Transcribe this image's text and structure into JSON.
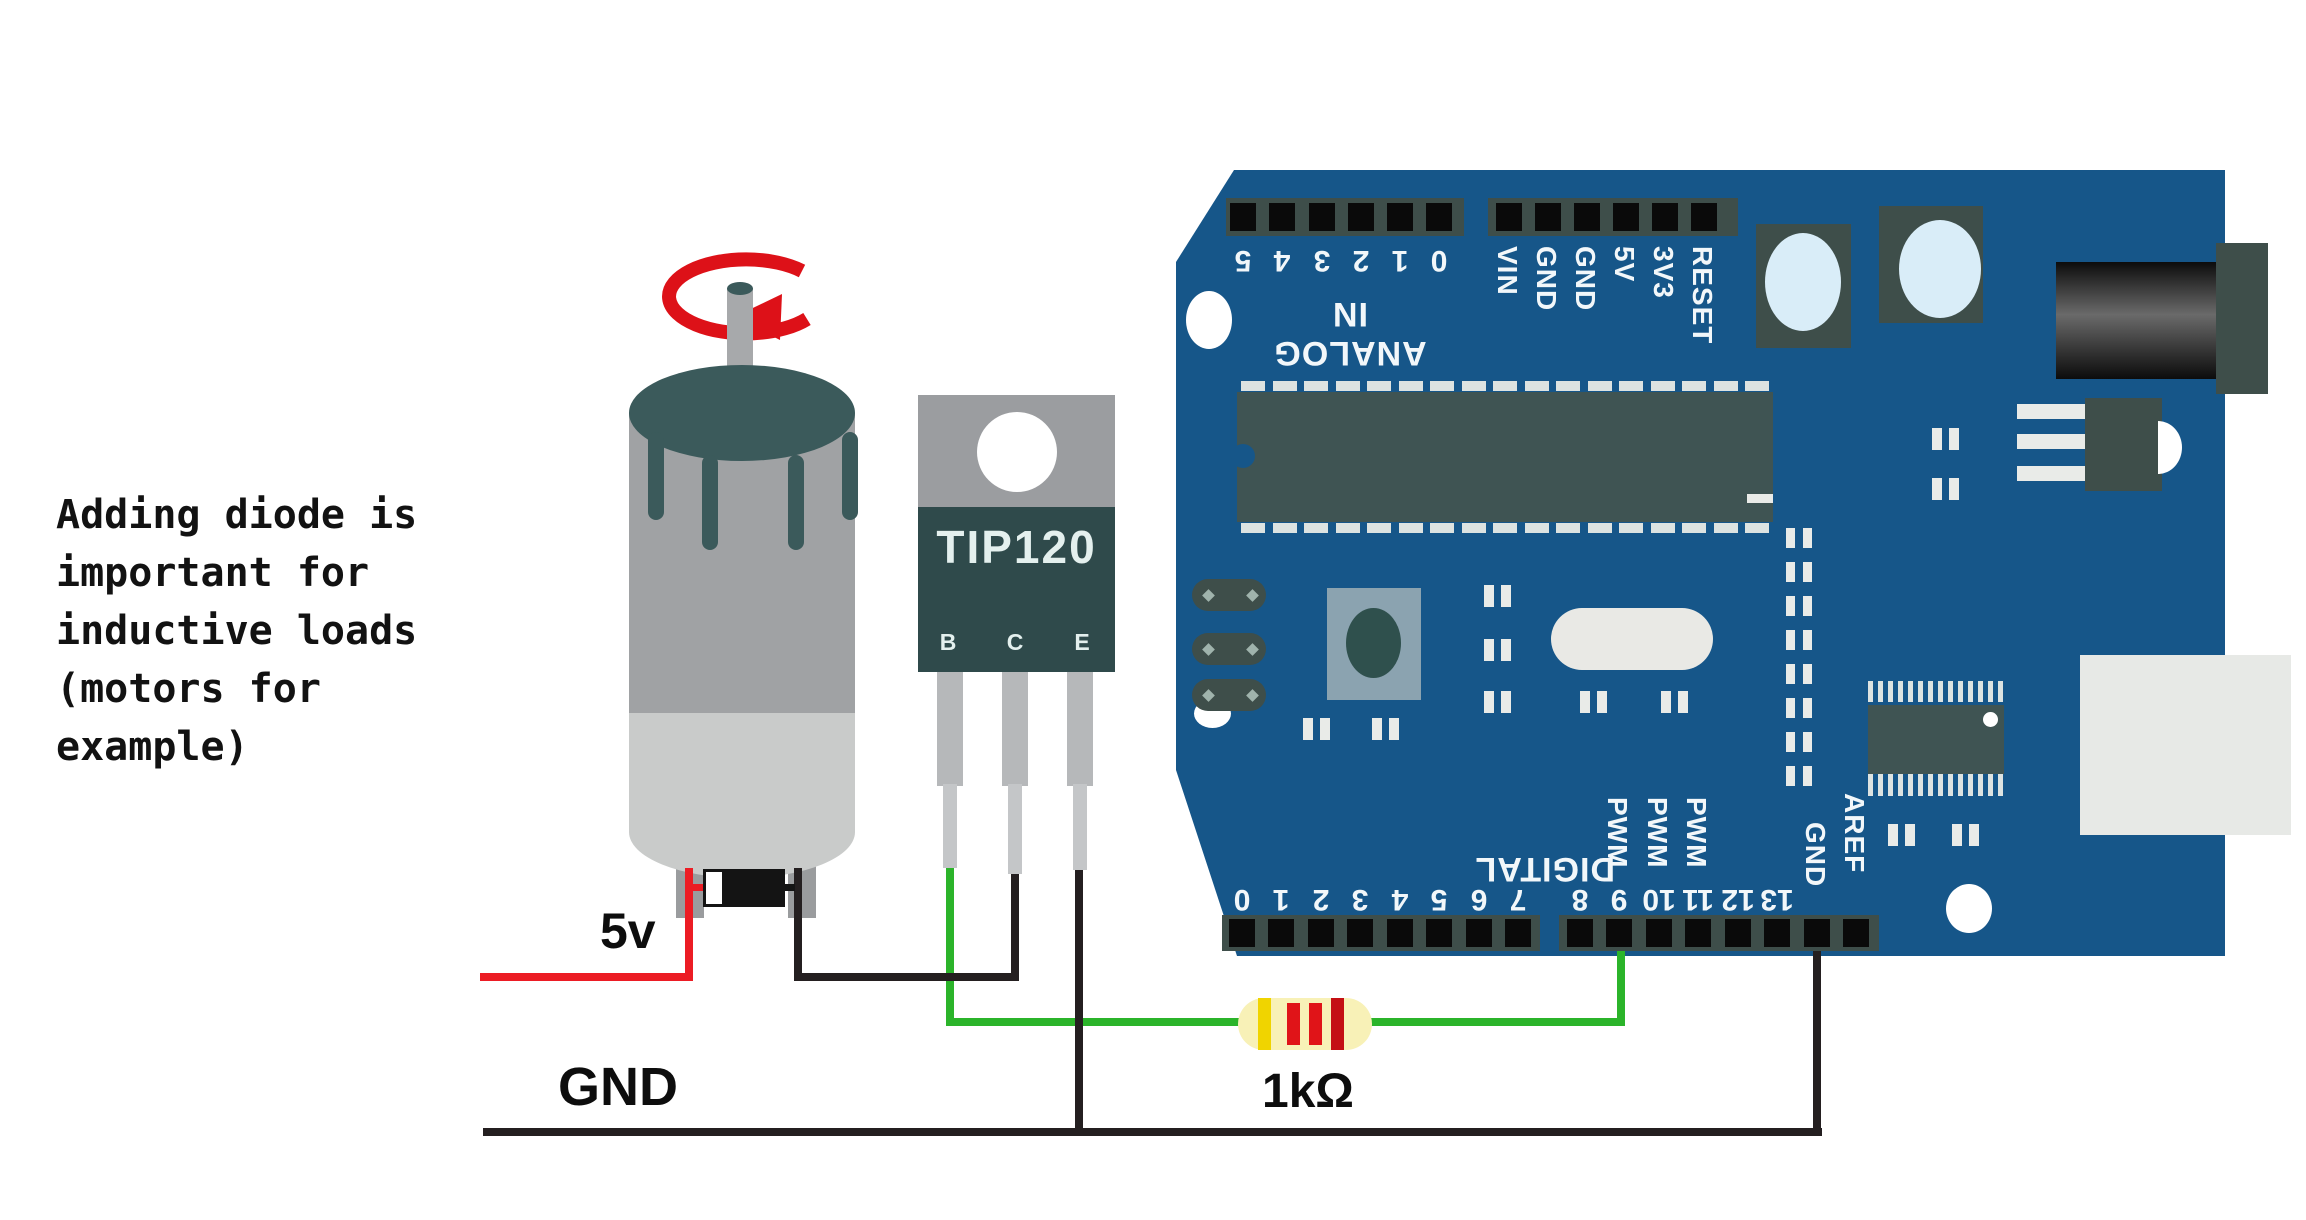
{
  "annotation": {
    "lines": [
      "Adding diode is",
      "important for",
      "inductive loads",
      "(motors for",
      "example)"
    ]
  },
  "labels": {
    "supply": "5v",
    "ground": "GND",
    "resistor_value": "1kΩ"
  },
  "transistor": {
    "name": "TIP120",
    "pins": [
      "B",
      "C",
      "E"
    ]
  },
  "arduino": {
    "analog_caption": "ANALOG IN",
    "analog_pins": [
      "5",
      "4",
      "3",
      "2",
      "1",
      "0"
    ],
    "power_pins": [
      "VIN",
      "GND",
      "GND",
      "5V",
      "3V3",
      "RESET"
    ],
    "digital_caption": "DIGITAL",
    "digital_pins_left": [
      "0",
      "1",
      "2",
      "3",
      "4",
      "5",
      "6",
      "7"
    ],
    "digital_pins_right": [
      "8",
      "9",
      "10",
      "11",
      "12",
      "13"
    ],
    "pwm_labels": [
      "PWM",
      "PWM",
      "PWM"
    ],
    "gnd_pin": "GND",
    "aref_pin": "AREF"
  },
  "colors": {
    "board": "#165689",
    "wire_red": "#ec1c24",
    "wire_green": "#2bb42a",
    "wire_black": "#241f20",
    "arrow_red": "#dd1118"
  }
}
